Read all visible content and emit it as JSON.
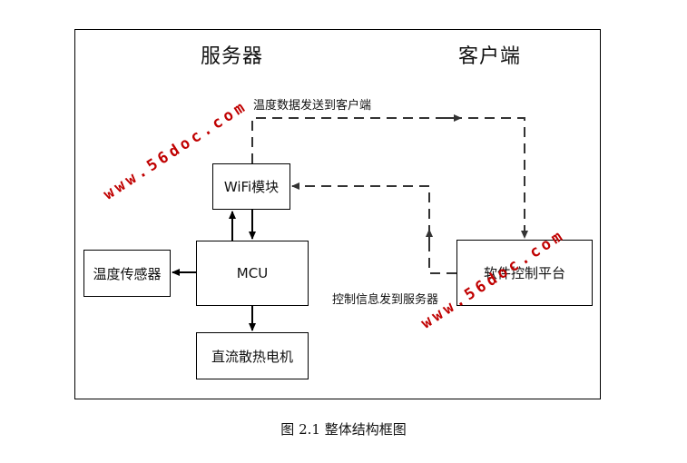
{
  "headings": {
    "server": "服务器",
    "client": "客户端"
  },
  "blocks": {
    "wifi": "WiFi模块",
    "mcu": "MCU",
    "sensor": "温度传感器",
    "motor": "直流散热电机",
    "platform": "软件控制平台"
  },
  "links": {
    "temp_to_client": "温度数据发送到客户端",
    "control_to_server": "控制信息发到服务器"
  },
  "watermark": "www.56doc.com",
  "caption": "图 2.1  整体结构框图",
  "colors": {
    "watermark": "#c00000",
    "line": "#000000",
    "dashed": "#333333"
  }
}
